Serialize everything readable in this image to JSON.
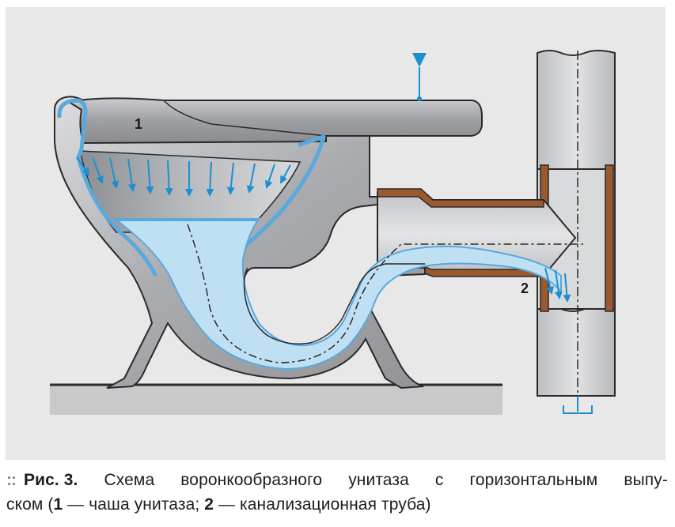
{
  "diagram": {
    "labels": {
      "bowl_number": "1",
      "pipe_number": "2"
    },
    "colors": {
      "background": "#e8e8e9",
      "ceramic": "#b4b6b9",
      "glaze_outline": "#5aa9de",
      "water": "#bfe0f2",
      "flow_arrows": "#1d8fd0",
      "pipe_wall": "#d4d4d6",
      "pipe_lining": "#9a5a2e",
      "floor": "#c9c9cb"
    }
  },
  "caption": {
    "bullet": "::",
    "figure_label": "Рис. 3.",
    "line1_words": [
      "Схема",
      "воронкообразного",
      "унитаза",
      "с",
      "горизонтальным",
      "выпу-"
    ],
    "line2_part1": "ском (",
    "num1": "1",
    "desc1": " — чаша унитаза; ",
    "num2": "2",
    "desc2": " — канализационная труба)"
  }
}
